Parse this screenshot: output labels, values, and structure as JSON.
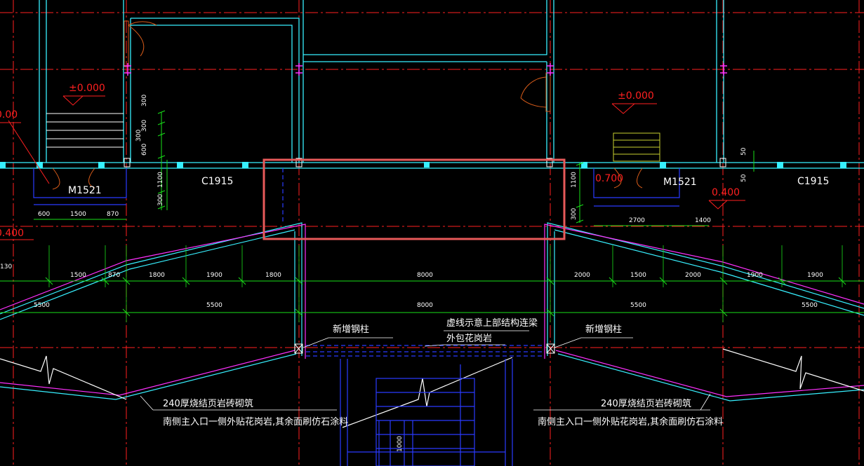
{
  "colors": {
    "background": "#000000",
    "axis_red": "#ff2020",
    "wall_cyan": "#37f0ff",
    "dim_green": "#18e018",
    "outline_blue": "#2a3bff",
    "highlight_box": "#e85a5a",
    "steel_magenta": "#ff30ff"
  },
  "elevations": {
    "left": "±0.000",
    "right": "±0.000",
    "edge_left_top": "0.00",
    "edge_left_bottom": "0.400",
    "door_right": "0.700",
    "step_right": "0.400"
  },
  "openings": {
    "door_left": "M1521",
    "window_left": "C1915",
    "door_right": "M1521",
    "window_right": "C1915"
  },
  "dims": {
    "v_left_1": "300",
    "v_left_2": "300",
    "v_left_3": "300",
    "v_left_4": "600",
    "v_left_5": "1100",
    "v_left_6": "300",
    "v_right_1": "1100",
    "v_right_2": "300",
    "v_right_top": "50",
    "v_right_mid": "50",
    "stair_depth": "1000",
    "door_l_a": "600",
    "door_l_b": "1500",
    "door_l_c": "870",
    "door_r_a": "2700",
    "door_r_b": "1400",
    "row1": [
      "130",
      "1500",
      "870",
      "1800",
      "1900",
      "1800",
      "8000",
      "2000",
      "1500",
      "2000",
      "1900",
      "1900"
    ],
    "row2": [
      "5500",
      "5500",
      "8000",
      "5500",
      "5500"
    ]
  },
  "annotations": {
    "new_column_left": "新增钢柱",
    "new_column_right": "新增钢柱",
    "beam_note_1": "虚线示意上部结构连梁",
    "beam_note_2": "外包花岗岩",
    "wall_note_left_1": "240厚烧结页岩砖砌筑",
    "wall_note_left_2": "南侧主入口一侧外贴花岗岩,其余面刷仿石涂料",
    "wall_note_right_1": "240厚烧结页岩砖砌筑",
    "wall_note_right_2": "南侧主入口一侧外贴花岗岩,其余面刷仿石涂料"
  }
}
